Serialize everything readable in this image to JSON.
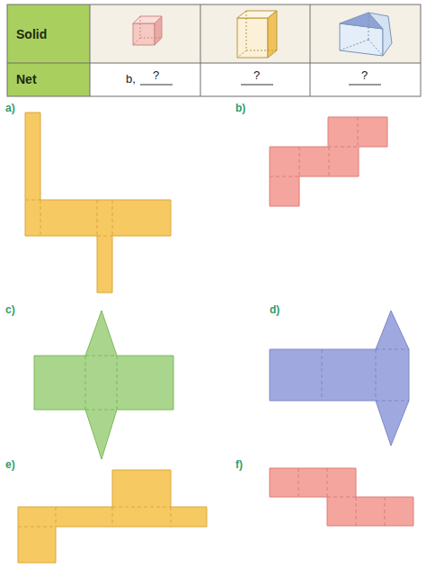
{
  "diagram": {
    "labels": [
      "Solid",
      "Net",
      "b,",
      "?",
      "?",
      "?",
      "a)",
      "b)",
      "c)",
      "d)",
      "e)",
      "f)"
    ]
  }
}
